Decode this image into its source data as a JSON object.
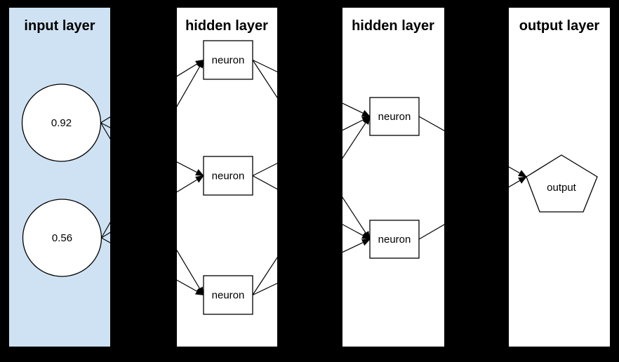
{
  "colors": {
    "page_background": "#000000",
    "input_layer_fill": "#cfe2f3",
    "layer_fill": "#ffffff",
    "node_fill": "#ffffff",
    "line_color": "#000000",
    "text_color": "#000000"
  },
  "layers": [
    {
      "title": "input layer",
      "nodes": [
        {
          "shape": "circle",
          "label": "0.92"
        },
        {
          "shape": "circle",
          "label": "0.56"
        }
      ]
    },
    {
      "title": "hidden layer",
      "nodes": [
        {
          "shape": "rectangle",
          "label": "neuron"
        },
        {
          "shape": "rectangle",
          "label": "neuron"
        },
        {
          "shape": "rectangle",
          "label": "neuron"
        }
      ]
    },
    {
      "title": "hidden layer",
      "nodes": [
        {
          "shape": "rectangle",
          "label": "neuron"
        },
        {
          "shape": "rectangle",
          "label": "neuron"
        }
      ]
    },
    {
      "title": "output layer",
      "nodes": [
        {
          "shape": "pentagon",
          "label": "output"
        }
      ]
    }
  ],
  "connections": [
    {
      "from": "input-node-1",
      "to": "hidden1-node-1"
    },
    {
      "from": "input-node-1",
      "to": "hidden1-node-2"
    },
    {
      "from": "input-node-1",
      "to": "hidden1-node-3"
    },
    {
      "from": "input-node-2",
      "to": "hidden1-node-1"
    },
    {
      "from": "input-node-2",
      "to": "hidden1-node-2"
    },
    {
      "from": "input-node-2",
      "to": "hidden1-node-3"
    },
    {
      "from": "hidden1-node-1",
      "to": "hidden2-node-1"
    },
    {
      "from": "hidden1-node-1",
      "to": "hidden2-node-2"
    },
    {
      "from": "hidden1-node-2",
      "to": "hidden2-node-1"
    },
    {
      "from": "hidden1-node-2",
      "to": "hidden2-node-2"
    },
    {
      "from": "hidden1-node-3",
      "to": "hidden2-node-1"
    },
    {
      "from": "hidden1-node-3",
      "to": "hidden2-node-2"
    },
    {
      "from": "hidden2-node-1",
      "to": "output-node-1"
    },
    {
      "from": "hidden2-node-2",
      "to": "output-node-1"
    }
  ]
}
